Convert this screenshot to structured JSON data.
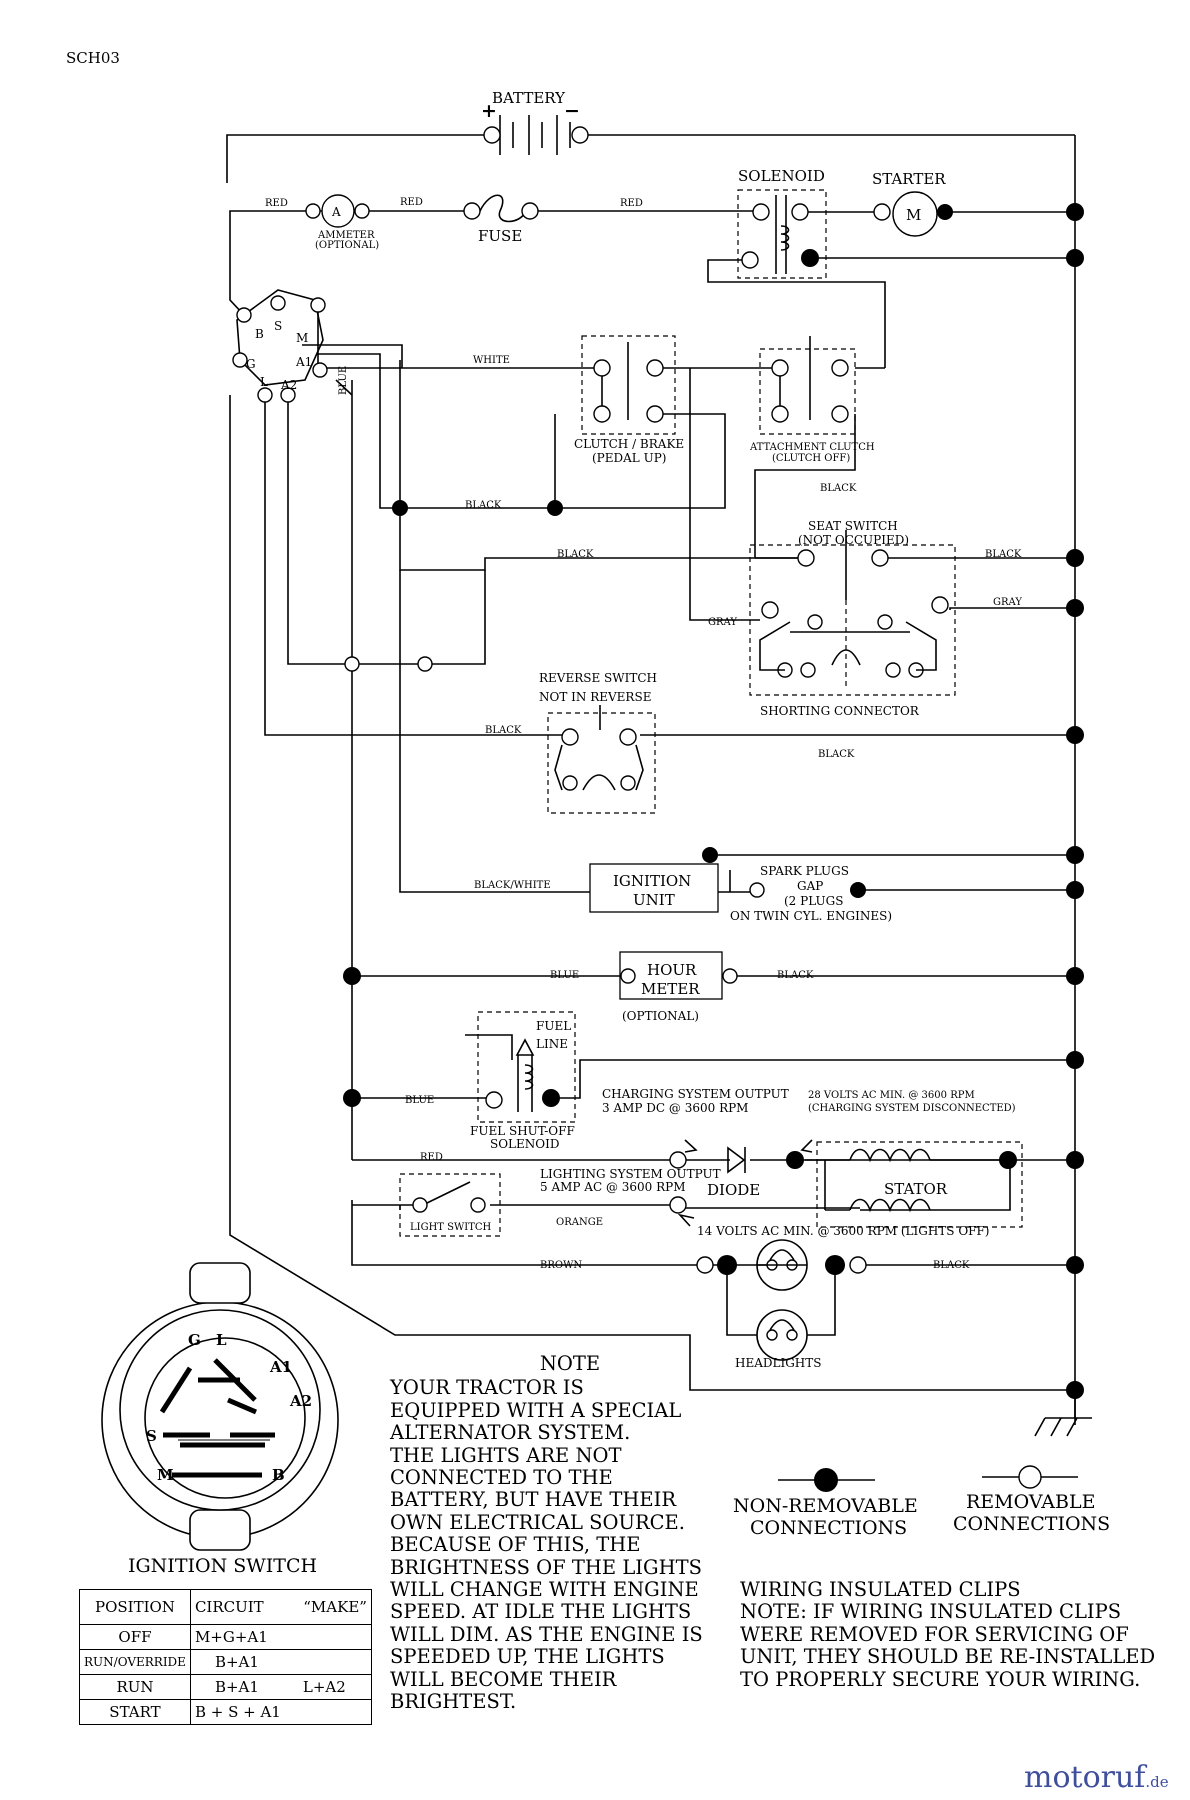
{
  "doc_code": "SCH03",
  "components": {
    "battery": "BATTERY",
    "battery_plus": "+",
    "battery_minus": "−",
    "solenoid": "SOLENOID",
    "starter": "STARTER",
    "motor_letter": "M",
    "ammeter_letter": "A",
    "ammeter": "AMMETER",
    "ammeter_optional": "(OPTIONAL)",
    "fuse": "FUSE",
    "clutch_brake": "CLUTCH / BRAKE",
    "clutch_brake_sub": "(PEDAL UP)",
    "attachment_clutch": "ATTACHMENT CLUTCH",
    "attachment_clutch_sub": "(CLUTCH OFF)",
    "seat_switch": "SEAT SWITCH",
    "seat_switch_sub": "(NOT OCCUPIED)",
    "shorting_connector": "SHORTING CONNECTOR",
    "reverse_switch": "REVERSE SWITCH",
    "reverse_switch_sub": "NOT IN REVERSE",
    "ignition_unit_1": "IGNITION",
    "ignition_unit_2": "UNIT",
    "spark_plugs_1": "SPARK PLUGS",
    "spark_plugs_2": "GAP",
    "spark_plugs_3": "(2 PLUGS",
    "spark_plugs_4": "ON TWIN CYL. ENGINES)",
    "hour_meter_1": "HOUR",
    "hour_meter_2": "METER",
    "hour_meter_optional": "(OPTIONAL)",
    "fuel_1": "FUEL",
    "fuel_2": "LINE",
    "fuel_solenoid_1": "FUEL SHUT-OFF",
    "fuel_solenoid_2": "SOLENOID",
    "charging_output_1": "CHARGING SYSTEM OUTPUT",
    "charging_output_2": "3 AMP DC @ 3600 RPM",
    "volts28_1": "28 VOLTS AC MIN. @ 3600 RPM",
    "volts28_2": "(CHARGING SYSTEM DISCONNECTED)",
    "diode": "DIODE",
    "stator": "STATOR",
    "lighting_output_1": "LIGHTING SYSTEM OUTPUT",
    "lighting_output_2": "5 AMP AC @ 3600 RPM",
    "volts14": "14 VOLTS AC MIN. @ 3600 RPM (LIGHTS OFF)",
    "light_switch": "LIGHT SWITCH",
    "headlights": "HEADLIGHTS"
  },
  "ignition_terminals": [
    "B",
    "S",
    "M",
    "G",
    "A1",
    "L",
    "A2"
  ],
  "switch_face_terminals": [
    "G",
    "L",
    "A1",
    "S",
    "A2",
    "M",
    "B"
  ],
  "wire_labels": {
    "red": "RED",
    "white": "WHITE",
    "black": "BLACK",
    "blue": "BLUE",
    "gray": "GRAY",
    "black_white": "BLACK/WHITE",
    "orange": "ORANGE",
    "brown": "BROWN"
  },
  "ignition_switch": {
    "title": "IGNITION SWITCH",
    "headers": [
      "POSITION",
      "CIRCUIT",
      "“MAKE”"
    ],
    "rows": [
      {
        "position": "OFF",
        "circuit": "M+G+A1",
        "make": ""
      },
      {
        "position": "RUN/OVERRIDE",
        "circuit": "B+A1",
        "make": ""
      },
      {
        "position": "RUN",
        "circuit": "B+A1",
        "make": "L+A2"
      },
      {
        "position": "START",
        "circuit": "B + S + A1",
        "make": ""
      }
    ]
  },
  "note": {
    "title": "NOTE",
    "lines": [
      "YOUR TRACTOR IS",
      "EQUIPPED WITH A SPECIAL",
      "ALTERNATOR SYSTEM.",
      "THE LIGHTS ARE NOT",
      "CONNECTED TO THE",
      "BATTERY, BUT HAVE THEIR",
      "OWN ELECTRICAL SOURCE.",
      "BECAUSE OF THIS, THE",
      "BRIGHTNESS OF THE LIGHTS",
      "WILL CHANGE WITH ENGINE",
      "SPEED.  AT IDLE THE LIGHTS",
      "WILL DIM.  AS THE ENGINE IS",
      "SPEEDED UP, THE LIGHTS",
      "WILL BECOME THEIR BRIGHTEST."
    ]
  },
  "legend": {
    "non_removable_1": "NON-REMOVABLE",
    "non_removable_2": "CONNECTIONS",
    "removable_1": "REMOVABLE",
    "removable_2": "CONNECTIONS"
  },
  "clips_note": {
    "lines": [
      "WIRING INSULATED CLIPS",
      "NOTE:  IF WIRING INSULATED CLIPS",
      "WERE REMOVED FOR SERVICING OF",
      "UNIT, THEY SHOULD BE RE-INSTALLED",
      "TO PROPERLY SECURE YOUR WIRING."
    ]
  },
  "watermark": {
    "brand": "motoruf",
    "domain": ".de"
  }
}
